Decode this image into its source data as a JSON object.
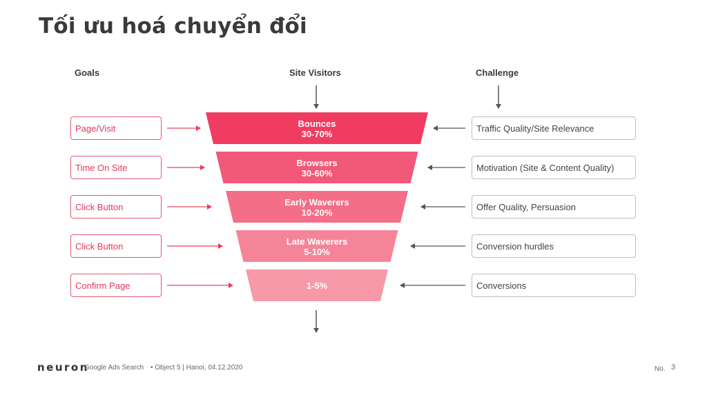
{
  "title": "Tối ưu hoá chuyển đổi",
  "columns": {
    "goals": "Goals",
    "visitors": "Site Visitors",
    "challenge": "Challenge"
  },
  "stages": [
    {
      "name": "Bounces",
      "value": "30-70%",
      "goal": "Page/Visit",
      "challenge": "Traffic Quality/Site Relevance",
      "color": "#f03c61"
    },
    {
      "name": "Browsers",
      "value": "30-60%",
      "goal": "Time On Site",
      "challenge": "Motivation (Site & Content Quality)",
      "color": "#f25877"
    },
    {
      "name": "Early Waverers",
      "value": "10-20%",
      "goal": "Click Button",
      "challenge": "Offer Quality, Persuasion",
      "color": "#f46e88"
    },
    {
      "name": "Late Waverers",
      "value": "5-10%",
      "goal": "Click Button",
      "challenge": "Conversion hurdles",
      "color": "#f68498"
    },
    {
      "name": "",
      "value": "1-5%",
      "goal": "Confirm Page",
      "challenge": "Conversions",
      "color": "#f899aa"
    }
  ],
  "colors": {
    "goal_arrow": "#e8405f",
    "challenge_arrow": "#555555",
    "down_arrow": "#555555"
  },
  "footer": {
    "logo": "neuron",
    "text": "Google Ads Search",
    "meta": "• Object 5 | Hanoi, 04.12.2020",
    "page_label": "No.",
    "page_number": "3"
  }
}
